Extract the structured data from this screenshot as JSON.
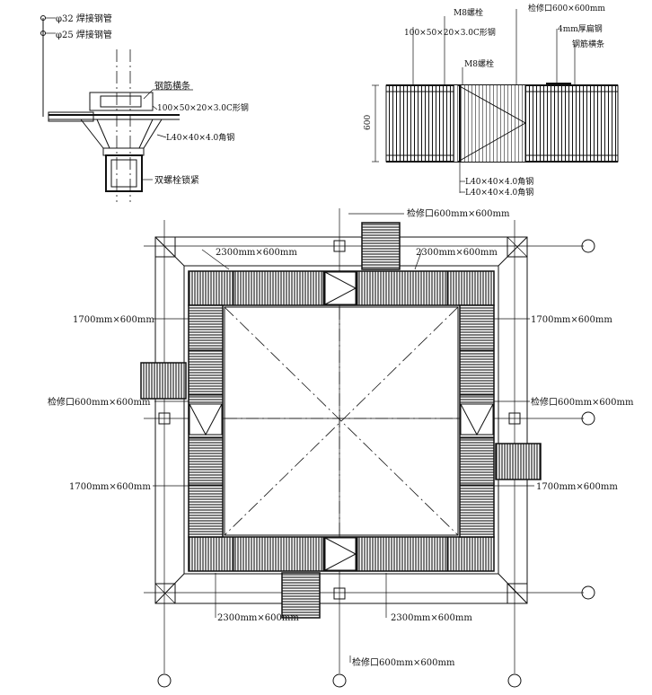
{
  "left_detail": {
    "pipe_32": "φ32 焊接钢管",
    "pipe_25": "φ25 焊接钢管",
    "rebar_purlin": "钢筋横条",
    "c_steel": "100×50×20×3.0C形钢",
    "angle_steel": "L40×40×4.0角钢",
    "double_bolt": "双螺栓锁紧"
  },
  "right_detail": {
    "m8_bolt_top": "M8螺栓",
    "hatch_top": "检修口600×600mm",
    "c_steel": "100×50×20×3.0C形钢",
    "flat_steel": "4mm厚扁钢",
    "rebar_purlin": "钢筋横条",
    "m8_bolt_mid": "M8螺栓",
    "dim_600": "600",
    "angle_1": "L40×40×4.0角钢",
    "angle_2": "L40×40×4.0角钢"
  },
  "plan": {
    "hatch_top": "检修口600mm×600mm",
    "top_left": "2300mm×600mm",
    "top_right": "2300mm×600mm",
    "left_upper": "1700mm×600mm",
    "right_upper": "1700mm×600mm",
    "hatch_left": "检修口600mm×600mm",
    "hatch_right": "检修口600mm×600mm",
    "left_lower": "1700mm×600mm",
    "right_lower": "1700mm×600mm",
    "bottom_left": "2300mm×600mm",
    "bottom_right": "2300mm×600mm",
    "hatch_bottom": "检修口600mm×600mm"
  }
}
